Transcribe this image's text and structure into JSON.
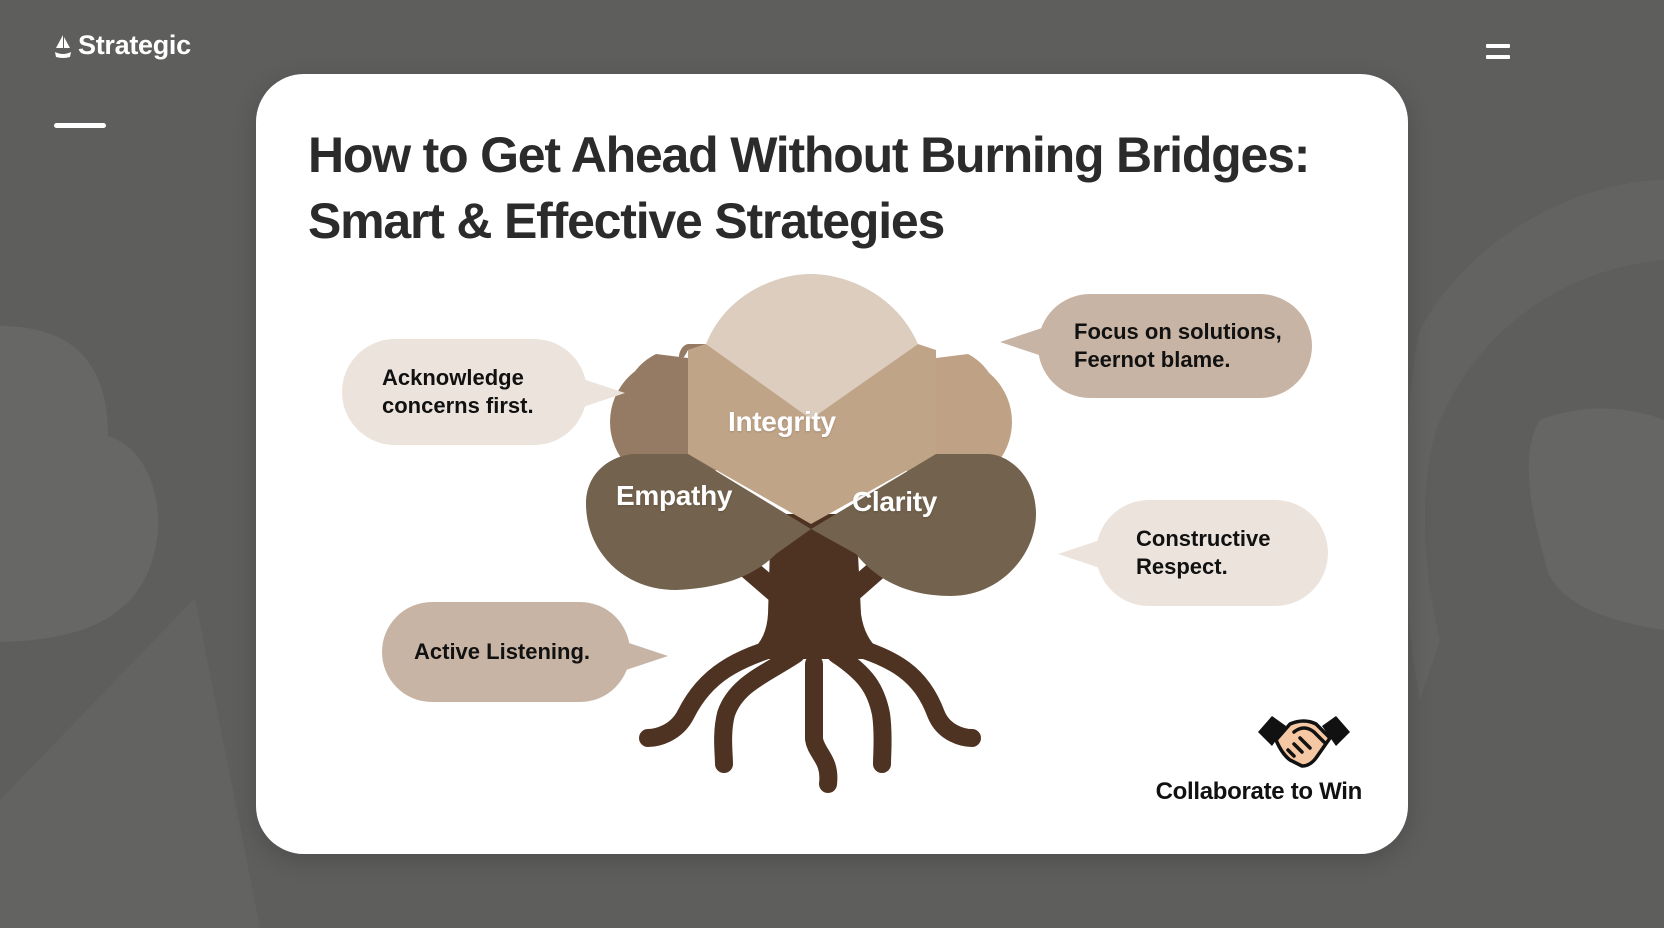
{
  "header": {
    "brand_name": "Strategic",
    "brand_icon": "sailboat-icon",
    "menu_icon": "hamburger-menu-icon"
  },
  "card": {
    "title": "How to Get Ahead Without Burning Bridges: Smart & Effective Strategies",
    "tree": {
      "leaves": [
        {
          "label": "Integrity",
          "color": "#c0a488"
        },
        {
          "label": "Empathy",
          "color": "#73624d"
        },
        {
          "label": "Clarity",
          "color": "#73624d"
        }
      ],
      "crown_top_color": "#dccdbf",
      "side_left_color": "#967b64",
      "side_right_color": "#bfa285",
      "trunk_color": "#4e3323"
    },
    "bubbles": [
      {
        "id": "acknowledge",
        "text_line1": "Acknowledge",
        "text_line2": "concerns first.",
        "color": "#ece4dc"
      },
      {
        "id": "focus",
        "text_line1": "Focus on solutions,",
        "text_line2": "Feernot blame.",
        "color": "#c8b4a4"
      },
      {
        "id": "constructive",
        "text_line1": "Constructive",
        "text_line2": "Respect.",
        "color": "#ece4dc"
      },
      {
        "id": "active",
        "text_line1": "Active Listening.",
        "color": "#c8b4a4"
      }
    ],
    "collaborate": {
      "icon": "handshake-icon",
      "label": "Collaborate to Win"
    }
  },
  "colors": {
    "background": "#5e5e5c",
    "card": "#ffffff",
    "title_text": "#2b2b2b"
  }
}
